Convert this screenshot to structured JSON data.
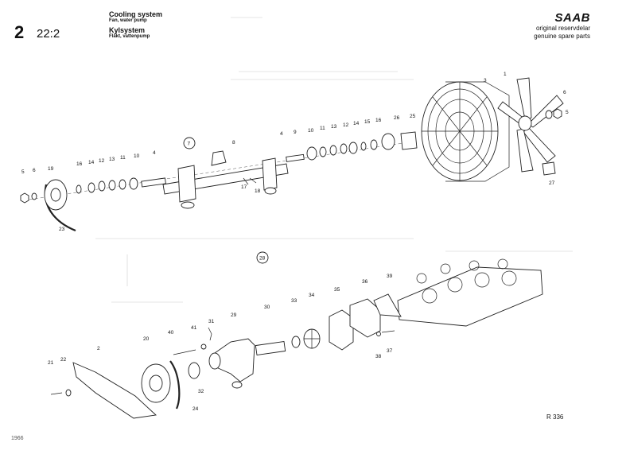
{
  "header": {
    "section_number": "2",
    "section_sub": "22:2",
    "title_en": "Cooling system",
    "subtitle_en": "Fan, water pump",
    "title_sv": "Kylsystem",
    "subtitle_sv": "Fläkt, vattenpump"
  },
  "brand": {
    "logo": "SAAB",
    "line1": "original reservdelar",
    "line2": "genuine spare parts"
  },
  "footer": {
    "reference": "R 336",
    "edition": "1966"
  },
  "callouts": {
    "group_top": "7",
    "group_bottom": "28",
    "top_row": [
      "5",
      "6",
      "19",
      "16",
      "14",
      "12",
      "13",
      "11",
      "10",
      "4",
      "8",
      "17",
      "18",
      "4",
      "9",
      "10",
      "11",
      "13",
      "12",
      "14",
      "15",
      "16",
      "26",
      "25",
      "3",
      "1",
      "6",
      "5",
      "27",
      "23"
    ],
    "bottom_row": [
      "21",
      "22",
      "2",
      "20",
      "40",
      "41",
      "31",
      "32",
      "24",
      "29",
      "30",
      "33",
      "34",
      "35",
      "36",
      "39",
      "37",
      "38"
    ]
  }
}
